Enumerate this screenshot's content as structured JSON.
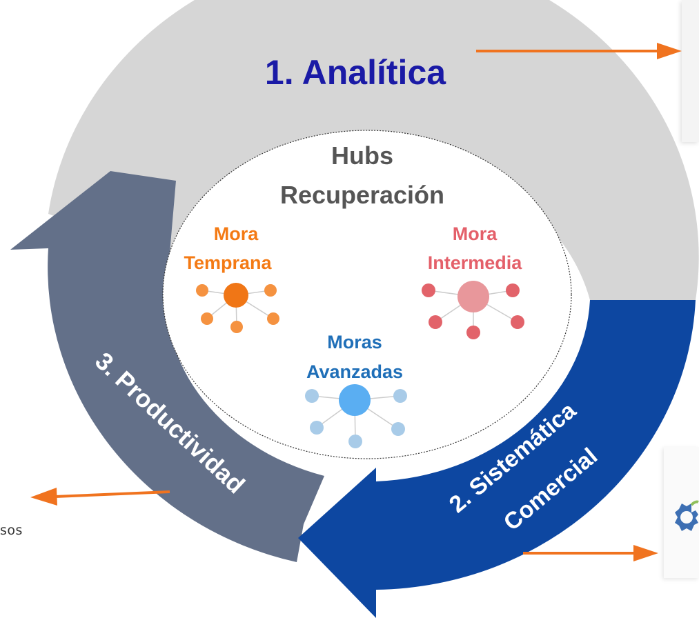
{
  "diagram": {
    "stage1": {
      "label": "1. Analítica"
    },
    "stage2": {
      "line1": "2. Sistemática",
      "line2": "Comercial"
    },
    "stage3": {
      "label": "3. Productividad"
    },
    "center": {
      "title_line1": "Hubs",
      "title_line2": "Recuperación",
      "hubs": [
        {
          "line1": "Mora",
          "line2": "Temprana",
          "color": "#f47a14",
          "node_color": "#f07616",
          "leaf_color": "#f59240"
        },
        {
          "line1": "Mora",
          "line2": "Intermedia",
          "color": "#e4606a",
          "node_color": "#e8979b",
          "leaf_color": "#e2636a"
        },
        {
          "line1": "Moras",
          "line2": "Avanzadas",
          "color": "#1f6fb8",
          "node_color": "#5aaef2",
          "leaf_color": "#a8cbe8"
        }
      ]
    },
    "side_text": "sos",
    "colors": {
      "analitica_ring": "#d6d6d6",
      "sistematica_ring": "#0d47a1",
      "productividad_ring": "#637089",
      "title_text": "#1a1aa6",
      "arrow": "#f0731f",
      "hubs_title": "#555555"
    }
  }
}
